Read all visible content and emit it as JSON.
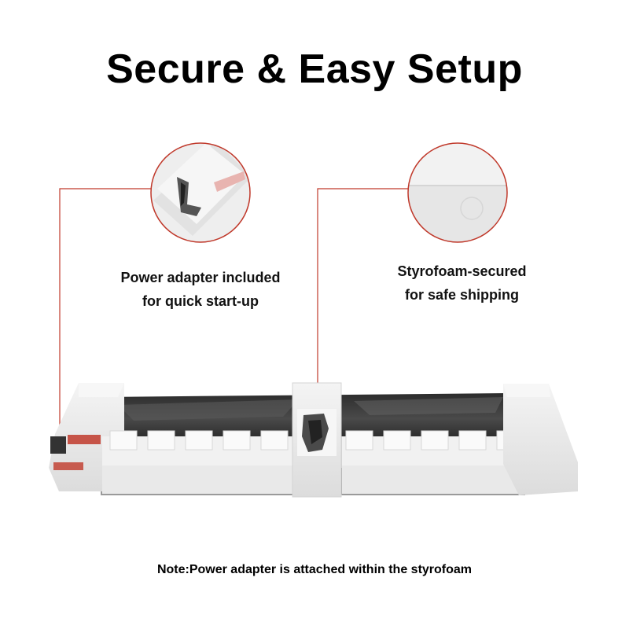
{
  "title": "Secure & Easy Setup",
  "callouts": [
    {
      "line1": "Power adapter included",
      "line2": "for quick start-up"
    },
    {
      "line1": "Styrofoam-secured",
      "line2": "for safe shipping"
    }
  ],
  "note": "Note:Power adapter is attached within the styrofoam",
  "colors": {
    "accent": "#c0392b",
    "foam": "#ececec",
    "wrap": "#3a3a3a"
  }
}
